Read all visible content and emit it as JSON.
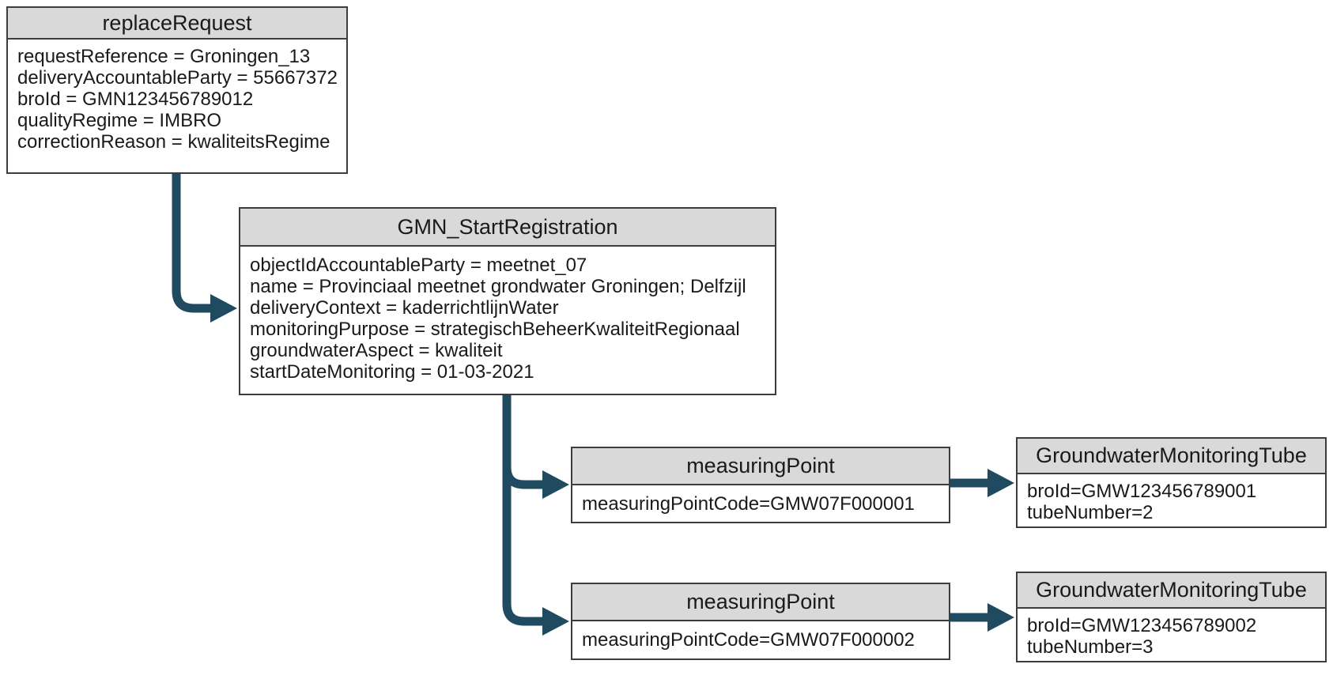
{
  "colors": {
    "arrow": "#1f4a5f",
    "header_bg": "#d9d9d9",
    "border": "#3d3d3d",
    "body_bg": "#ffffff",
    "text": "#1a1a1a"
  },
  "nodes": {
    "replace_request": {
      "title": "replaceRequest",
      "attributes": [
        "requestReference = Groningen_13",
        "deliveryAccountableParty = 55667372",
        "broId = GMN123456789012",
        "qualityRegime = IMBRO",
        "correctionReason = kwaliteitsRegime"
      ]
    },
    "gmn_start_registration": {
      "title": "GMN_StartRegistration",
      "attributes": [
        "objectIdAccountableParty = meetnet_07",
        "name = Provinciaal meetnet grondwater Groningen; Delfzijl",
        "deliveryContext = kaderrichtlijnWater",
        "monitoringPurpose = strategischBeheerKwaliteitRegionaal",
        "groundwaterAspect = kwaliteit",
        "startDateMonitoring = 01-03-2021"
      ]
    },
    "measuring_point_1": {
      "title": "measuringPoint",
      "attributes": [
        "measuringPointCode=GMW07F000001"
      ]
    },
    "tube_1": {
      "title": "GroundwaterMonitoringTube",
      "attributes": [
        "broId=GMW123456789001",
        "tubeNumber=2"
      ]
    },
    "measuring_point_2": {
      "title": "measuringPoint",
      "attributes": [
        "measuringPointCode=GMW07F000002"
      ]
    },
    "tube_2": {
      "title": "GroundwaterMonitoringTube",
      "attributes": [
        "broId=GMW123456789002",
        "tubeNumber=3"
      ]
    }
  }
}
